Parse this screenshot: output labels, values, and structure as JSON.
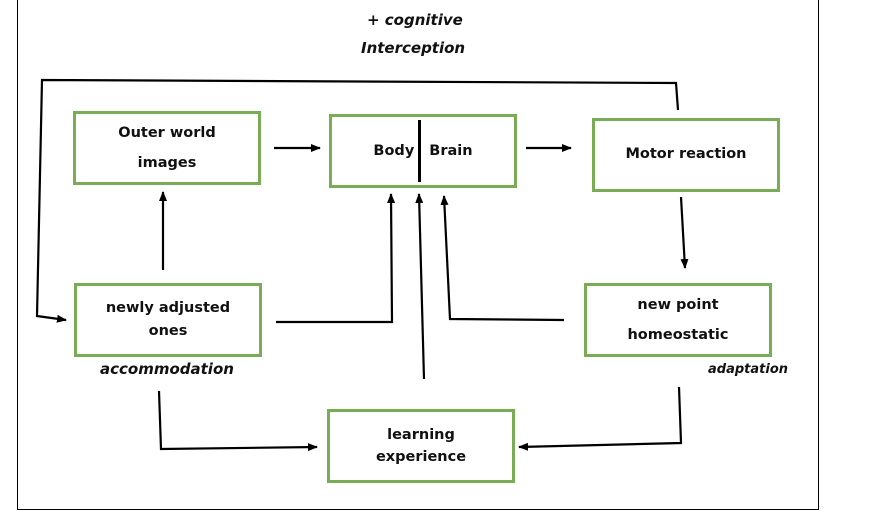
{
  "top_labels": {
    "line1": "+ cognitive",
    "line2": "Interception"
  },
  "boxes": {
    "outer_world": {
      "line1": "Outer world",
      "line2": "images"
    },
    "body_brain": {
      "left": "Body",
      "right": "Brain"
    },
    "motor": {
      "line1": "Motor reaction"
    },
    "newly_adjusted": {
      "line1": "newly adjusted",
      "line2": "ones"
    },
    "homeostatic": {
      "line1": "new point",
      "line2": "homeostatic"
    },
    "learning": {
      "line1": "learning",
      "line2": "experience"
    }
  },
  "annotations": {
    "accommodation": "accommodation",
    "adaptation": "adaptation"
  },
  "colors": {
    "box_border": "#7aab55",
    "arrow": "#000000"
  }
}
